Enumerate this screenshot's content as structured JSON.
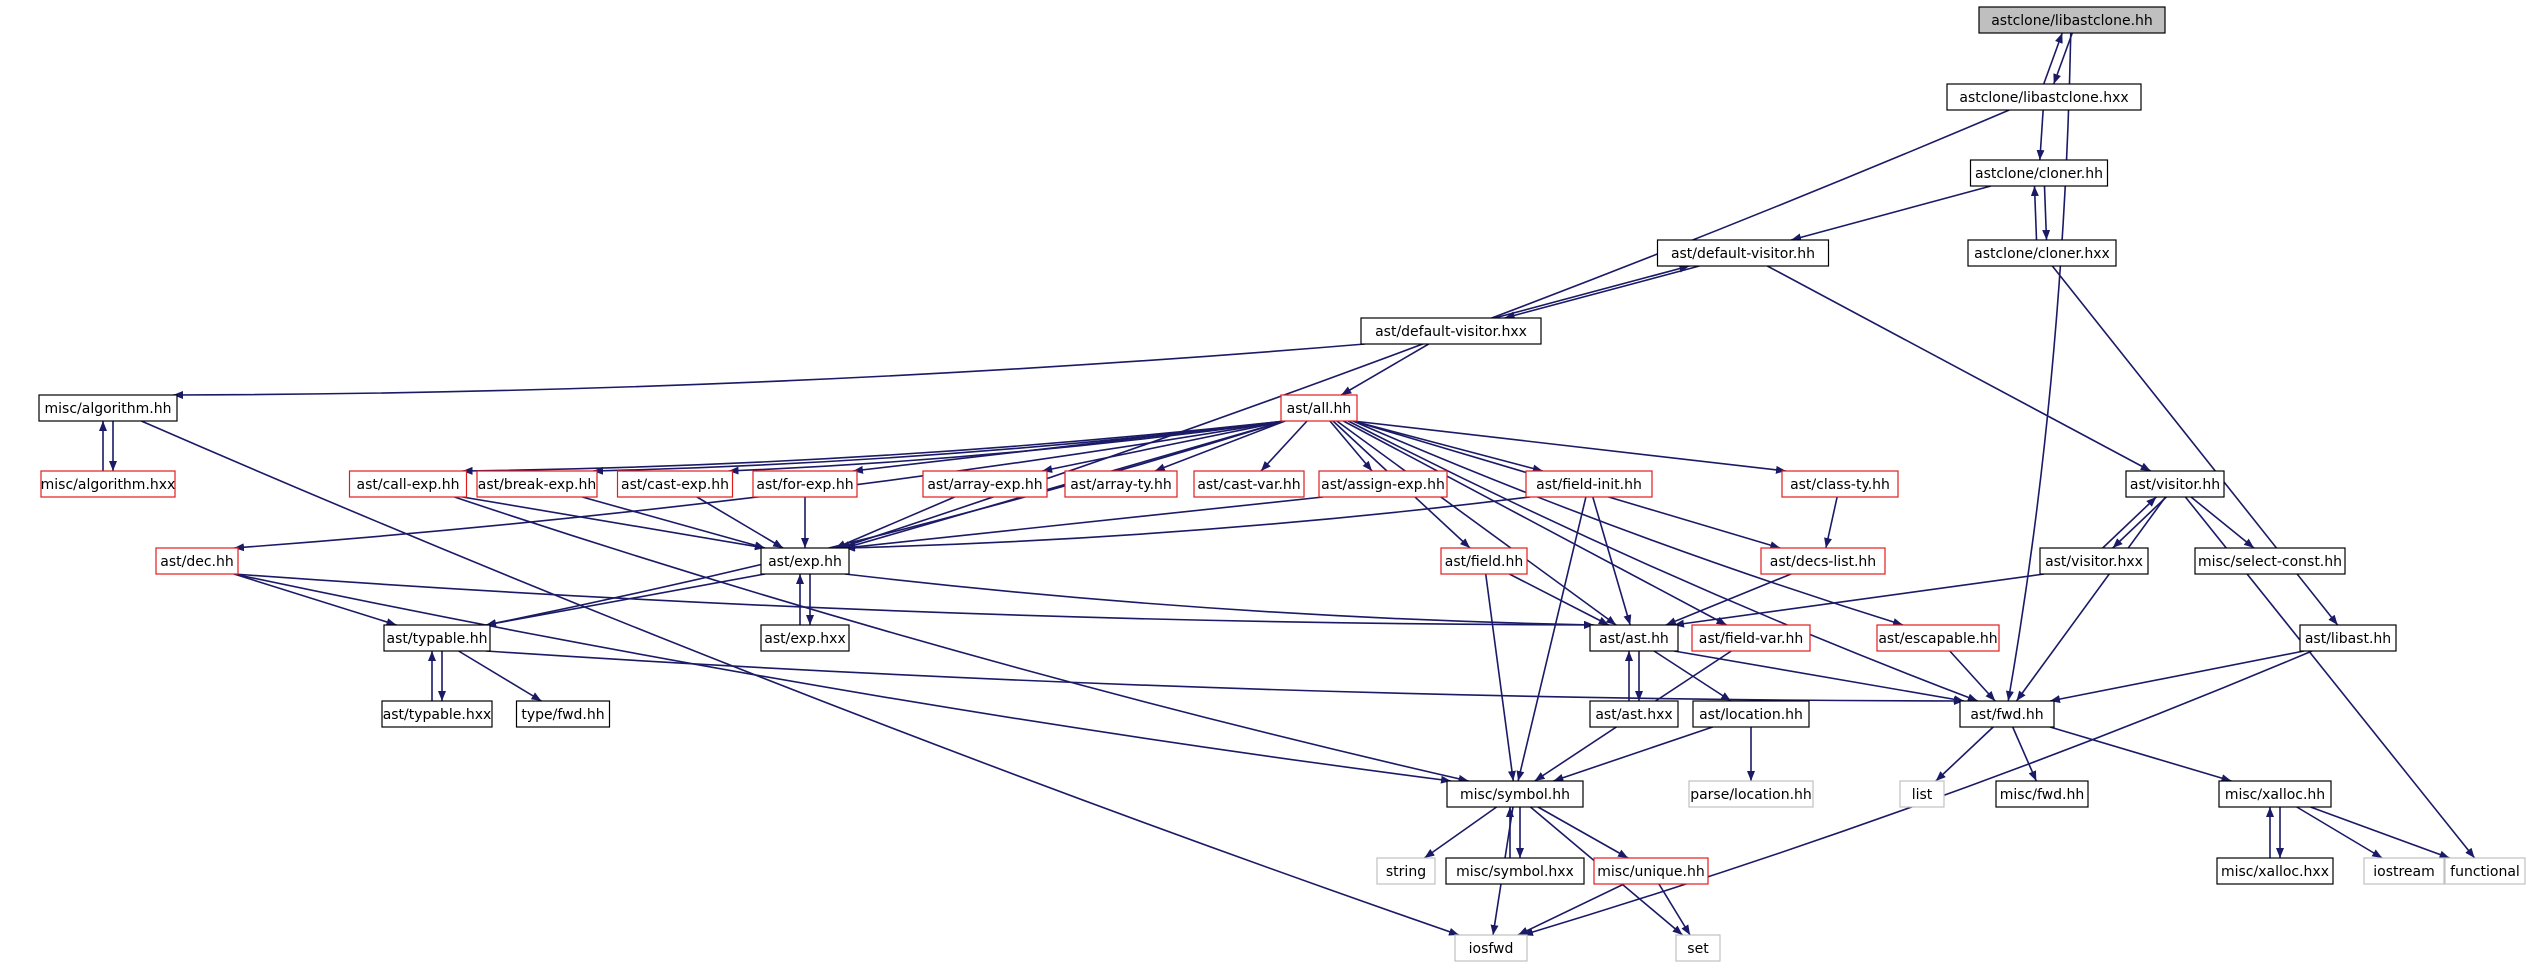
{
  "graph": {
    "nodes": [
      {
        "id": "libastclone_hh",
        "label": "astclone/libastclone.hh",
        "style": "sel"
      },
      {
        "id": "libastclone_hxx",
        "label": "astclone/libastclone.hxx",
        "style": "black"
      },
      {
        "id": "cloner_hh",
        "label": "astclone/cloner.hh",
        "style": "black"
      },
      {
        "id": "cloner_hxx",
        "label": "astclone/cloner.hxx",
        "style": "black"
      },
      {
        "id": "default_visitor_hh",
        "label": "ast/default-visitor.hh",
        "style": "black"
      },
      {
        "id": "default_visitor_hxx",
        "label": "ast/default-visitor.hxx",
        "style": "black"
      },
      {
        "id": "all_hh",
        "label": "ast/all.hh",
        "style": "red"
      },
      {
        "id": "algorithm_hh",
        "label": "misc/algorithm.hh",
        "style": "black"
      },
      {
        "id": "algorithm_hxx",
        "label": "misc/algorithm.hxx",
        "style": "red"
      },
      {
        "id": "dec_hh",
        "label": "ast/dec.hh",
        "style": "red"
      },
      {
        "id": "call_exp_hh",
        "label": "ast/call-exp.hh",
        "style": "red"
      },
      {
        "id": "break_exp_hh",
        "label": "ast/break-exp.hh",
        "style": "red"
      },
      {
        "id": "cast_exp_hh",
        "label": "ast/cast-exp.hh",
        "style": "red"
      },
      {
        "id": "for_exp_hh",
        "label": "ast/for-exp.hh",
        "style": "red"
      },
      {
        "id": "array_exp_hh",
        "label": "ast/array-exp.hh",
        "style": "red"
      },
      {
        "id": "array_ty_hh",
        "label": "ast/array-ty.hh",
        "style": "red"
      },
      {
        "id": "cast_var_hh",
        "label": "ast/cast-var.hh",
        "style": "red"
      },
      {
        "id": "assign_exp_hh",
        "label": "ast/assign-exp.hh",
        "style": "red"
      },
      {
        "id": "field_init_hh",
        "label": "ast/field-init.hh",
        "style": "red"
      },
      {
        "id": "class_ty_hh",
        "label": "ast/class-ty.hh",
        "style": "red"
      },
      {
        "id": "exp_hh",
        "label": "ast/exp.hh",
        "style": "black"
      },
      {
        "id": "exp_hxx",
        "label": "ast/exp.hxx",
        "style": "black"
      },
      {
        "id": "field_hh",
        "label": "ast/field.hh",
        "style": "red"
      },
      {
        "id": "decs_list_hh",
        "label": "ast/decs-list.hh",
        "style": "red"
      },
      {
        "id": "typable_hh",
        "label": "ast/typable.hh",
        "style": "black"
      },
      {
        "id": "typable_hxx",
        "label": "ast/typable.hxx",
        "style": "black"
      },
      {
        "id": "type_fwd_hh",
        "label": "type/fwd.hh",
        "style": "black"
      },
      {
        "id": "ast_hh",
        "label": "ast/ast.hh",
        "style": "black"
      },
      {
        "id": "ast_hxx",
        "label": "ast/ast.hxx",
        "style": "black"
      },
      {
        "id": "field_var_hh",
        "label": "ast/field-var.hh",
        "style": "red"
      },
      {
        "id": "location_hh",
        "label": "ast/location.hh",
        "style": "black"
      },
      {
        "id": "parse_location_hh",
        "label": "parse/location.hh",
        "style": "gray"
      },
      {
        "id": "escapable_hh",
        "label": "ast/escapable.hh",
        "style": "red"
      },
      {
        "id": "visitor_hh",
        "label": "ast/visitor.hh",
        "style": "black"
      },
      {
        "id": "visitor_hxx",
        "label": "ast/visitor.hxx",
        "style": "black"
      },
      {
        "id": "select_const_hh",
        "label": "misc/select-const.hh",
        "style": "black"
      },
      {
        "id": "libast_hh",
        "label": "ast/libast.hh",
        "style": "black"
      },
      {
        "id": "ast_fwd_hh",
        "label": "ast/fwd.hh",
        "style": "black"
      },
      {
        "id": "list",
        "label": "list",
        "style": "gray"
      },
      {
        "id": "misc_fwd_hh",
        "label": "misc/fwd.hh",
        "style": "black"
      },
      {
        "id": "xalloc_hh",
        "label": "misc/xalloc.hh",
        "style": "black"
      },
      {
        "id": "xalloc_hxx",
        "label": "misc/xalloc.hxx",
        "style": "black"
      },
      {
        "id": "iostream",
        "label": "iostream",
        "style": "gray"
      },
      {
        "id": "functional",
        "label": "functional",
        "style": "gray"
      },
      {
        "id": "symbol_hh",
        "label": "misc/symbol.hh",
        "style": "black"
      },
      {
        "id": "string",
        "label": "string",
        "style": "gray"
      },
      {
        "id": "symbol_hxx",
        "label": "misc/symbol.hxx",
        "style": "black"
      },
      {
        "id": "unique_hh",
        "label": "misc/unique.hh",
        "style": "red"
      },
      {
        "id": "iosfwd",
        "label": "iosfwd",
        "style": "gray"
      },
      {
        "id": "set",
        "label": "set",
        "style": "gray"
      }
    ],
    "edges": [
      [
        "libastclone_hh",
        "libastclone_hxx"
      ],
      [
        "libastclone_hxx",
        "libastclone_hh"
      ],
      [
        "libastclone_hh",
        "ast_fwd_hh"
      ],
      [
        "libastclone_hxx",
        "cloner_hh"
      ],
      [
        "libastclone_hxx",
        "exp_hh"
      ],
      [
        "cloner_hh",
        "cloner_hxx"
      ],
      [
        "cloner_hxx",
        "cloner_hh"
      ],
      [
        "cloner_hh",
        "default_visitor_hh"
      ],
      [
        "cloner_hxx",
        "libast_hh"
      ],
      [
        "default_visitor_hh",
        "default_visitor_hxx"
      ],
      [
        "default_visitor_hxx",
        "default_visitor_hh"
      ],
      [
        "default_visitor_hh",
        "visitor_hh"
      ],
      [
        "default_visitor_hxx",
        "algorithm_hh"
      ],
      [
        "default_visitor_hxx",
        "all_hh"
      ],
      [
        "algorithm_hh",
        "algorithm_hxx"
      ],
      [
        "algorithm_hxx",
        "algorithm_hh"
      ],
      [
        "algorithm_hh",
        "iosfwd"
      ],
      [
        "all_hh",
        "dec_hh"
      ],
      [
        "all_hh",
        "call_exp_hh"
      ],
      [
        "all_hh",
        "break_exp_hh"
      ],
      [
        "all_hh",
        "cast_exp_hh"
      ],
      [
        "all_hh",
        "for_exp_hh"
      ],
      [
        "all_hh",
        "array_exp_hh"
      ],
      [
        "all_hh",
        "array_ty_hh"
      ],
      [
        "all_hh",
        "cast_var_hh"
      ],
      [
        "all_hh",
        "assign_exp_hh"
      ],
      [
        "all_hh",
        "field_init_hh"
      ],
      [
        "all_hh",
        "class_ty_hh"
      ],
      [
        "all_hh",
        "typable_hh"
      ],
      [
        "all_hh",
        "exp_hh"
      ],
      [
        "all_hh",
        "field_hh"
      ],
      [
        "all_hh",
        "ast_hh"
      ],
      [
        "all_hh",
        "decs_list_hh"
      ],
      [
        "all_hh",
        "field_var_hh"
      ],
      [
        "all_hh",
        "escapable_hh"
      ],
      [
        "all_hh",
        "ast_fwd_hh"
      ],
      [
        "dec_hh",
        "typable_hh"
      ],
      [
        "dec_hh",
        "ast_hh"
      ],
      [
        "dec_hh",
        "symbol_hh"
      ],
      [
        "call_exp_hh",
        "exp_hh"
      ],
      [
        "call_exp_hh",
        "symbol_hh"
      ],
      [
        "break_exp_hh",
        "exp_hh"
      ],
      [
        "cast_exp_hh",
        "exp_hh"
      ],
      [
        "for_exp_hh",
        "exp_hh"
      ],
      [
        "array_exp_hh",
        "exp_hh"
      ],
      [
        "assign_exp_hh",
        "exp_hh"
      ],
      [
        "field_init_hh",
        "exp_hh"
      ],
      [
        "field_init_hh",
        "ast_hh"
      ],
      [
        "field_init_hh",
        "symbol_hh"
      ],
      [
        "class_ty_hh",
        "decs_list_hh"
      ],
      [
        "decs_list_hh",
        "ast_hh"
      ],
      [
        "exp_hh",
        "exp_hxx"
      ],
      [
        "exp_hxx",
        "exp_hh"
      ],
      [
        "exp_hh",
        "typable_hh"
      ],
      [
        "exp_hh",
        "ast_hh"
      ],
      [
        "field_hh",
        "ast_hh"
      ],
      [
        "field_hh",
        "symbol_hh"
      ],
      [
        "field_var_hh",
        "symbol_hh"
      ],
      [
        "escapable_hh",
        "ast_fwd_hh"
      ],
      [
        "typable_hh",
        "typable_hxx"
      ],
      [
        "typable_hxx",
        "typable_hh"
      ],
      [
        "typable_hh",
        "type_fwd_hh"
      ],
      [
        "typable_hh",
        "ast_fwd_hh"
      ],
      [
        "ast_hh",
        "ast_hxx"
      ],
      [
        "ast_hxx",
        "ast_hh"
      ],
      [
        "ast_hh",
        "location_hh"
      ],
      [
        "ast_hh",
        "ast_fwd_hh"
      ],
      [
        "location_hh",
        "parse_location_hh"
      ],
      [
        "location_hh",
        "symbol_hh"
      ],
      [
        "visitor_hh",
        "visitor_hxx"
      ],
      [
        "visitor_hxx",
        "visitor_hh"
      ],
      [
        "visitor_hh",
        "select_const_hh"
      ],
      [
        "visitor_hh",
        "ast_fwd_hh"
      ],
      [
        "visitor_hh",
        "functional"
      ],
      [
        "visitor_hxx",
        "ast_hh"
      ],
      [
        "libast_hh",
        "ast_fwd_hh"
      ],
      [
        "libast_hh",
        "iosfwd"
      ],
      [
        "ast_fwd_hh",
        "list"
      ],
      [
        "ast_fwd_hh",
        "misc_fwd_hh"
      ],
      [
        "ast_fwd_hh",
        "xalloc_hh"
      ],
      [
        "xalloc_hh",
        "xalloc_hxx"
      ],
      [
        "xalloc_hxx",
        "xalloc_hh"
      ],
      [
        "xalloc_hh",
        "iostream"
      ],
      [
        "xalloc_hh",
        "functional"
      ],
      [
        "symbol_hh",
        "string"
      ],
      [
        "symbol_hh",
        "symbol_hxx"
      ],
      [
        "symbol_hxx",
        "symbol_hh"
      ],
      [
        "symbol_hh",
        "unique_hh"
      ],
      [
        "symbol_hh",
        "iosfwd"
      ],
      [
        "symbol_hh",
        "set"
      ],
      [
        "unique_hh",
        "iosfwd"
      ],
      [
        "unique_hh",
        "set"
      ]
    ]
  }
}
